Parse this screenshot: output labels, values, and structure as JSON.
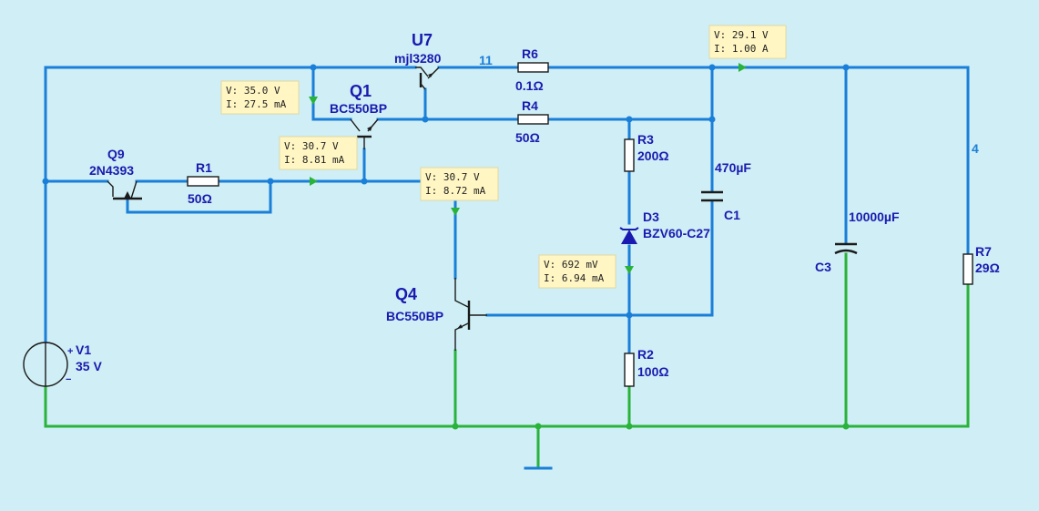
{
  "components": {
    "u7": {
      "ref": "U7",
      "value": "mjl3280"
    },
    "q1": {
      "ref": "Q1",
      "value": "BC550BP"
    },
    "q9": {
      "ref": "Q9",
      "value": "2N4393"
    },
    "q4": {
      "ref": "Q4",
      "value": "BC550BP"
    },
    "r1": {
      "ref": "R1",
      "value": "50Ω"
    },
    "r2": {
      "ref": "R2",
      "value": "100Ω"
    },
    "r3": {
      "ref": "R3",
      "value": "200Ω"
    },
    "r4": {
      "ref": "R4",
      "value": "50Ω"
    },
    "r6": {
      "ref": "R6",
      "value": "0.1Ω"
    },
    "r7": {
      "ref": "R7",
      "value": "29Ω"
    },
    "c1": {
      "ref": "C1",
      "value": "470µF"
    },
    "c3": {
      "ref": "C3",
      "value": "10000µF"
    },
    "d3": {
      "ref": "D3",
      "value": "BZV60-C27"
    },
    "v1": {
      "ref": "V1",
      "value": "35 V",
      "plus": "+",
      "minus": "−"
    }
  },
  "nets": {
    "n11": "11",
    "n4": "4"
  },
  "probes": [
    {
      "v": "V: 35.0 V",
      "i": "I: 27.5 mA"
    },
    {
      "v": "V: 30.7 V",
      "i": "I: 8.81 mA"
    },
    {
      "v": "V: 30.7 V",
      "i": "I: 8.72 mA"
    },
    {
      "v": "V: 692 mV",
      "i": "I: 6.94 mA"
    },
    {
      "v": "V: 29.1 V",
      "i": "I: 1.00 A"
    }
  ],
  "colors": {
    "wire": "#1a7fd8",
    "ground_wire": "#2ab33a",
    "background": "#cfeef5",
    "probe": "#fff6c4",
    "label": "#1a1ab0"
  }
}
